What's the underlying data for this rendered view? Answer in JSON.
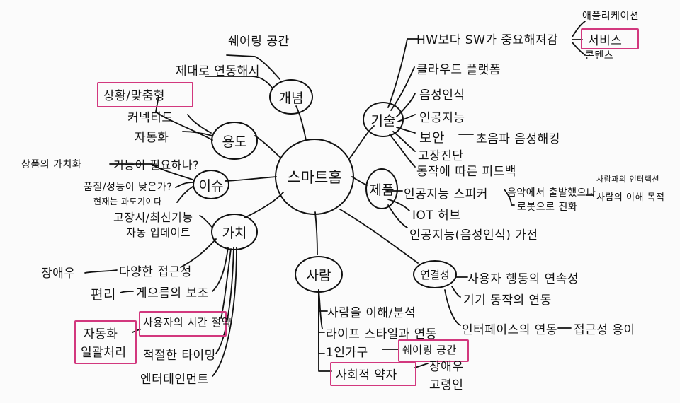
{
  "center": "스마트홈",
  "branches": {
    "concept": {
      "label": "개념",
      "items": [
        "쉐어링 공간",
        "제대로 연동해서"
      ]
    },
    "use": {
      "label": "용도",
      "items": [
        "상황/맞춤형",
        "커넥티드",
        "자동화"
      ]
    },
    "issue": {
      "label": "이슈",
      "items": [
        "상품의 가치화",
        "기능이 필요하나?",
        "품질/성능이 낮은가?",
        "현재는 과도기이다"
      ]
    },
    "value": {
      "label": "가치",
      "items": [
        "고장시/최신기능",
        "자동 업데이트",
        "장애우",
        "다양한 접근성",
        "편리",
        "게으름의 보조",
        "자동화",
        "일괄처리",
        "사용자의 시간 절약",
        "적절한 타이밍",
        "엔터테인먼트"
      ]
    },
    "tech": {
      "label": "기술",
      "items": [
        "HW보다 SW가 중요해져감",
        "애플리케이션",
        "서비스",
        "콘텐츠",
        "클라우드 플랫폼",
        "음성인식",
        "인공지능",
        "보안",
        "초음파 음성해킹",
        "고장진단",
        "동작에 따른 피드백"
      ]
    },
    "product": {
      "label": "제품",
      "items": [
        "인공지능 스피커",
        "음악에서 출발했으나",
        "사람과의 인터랙션",
        "사람의 이해 목적",
        "로봇으로 진화",
        "IOT 허브",
        "인공지능(음성인식) 가전"
      ]
    },
    "people": {
      "label": "사람",
      "items": [
        "사람을 이해/분석",
        "라이프 스타일과 연동",
        "1인가구",
        "쉐어링 공간",
        "사회적 약자",
        "장애우",
        "고령인"
      ]
    },
    "link": {
      "label": "연결성",
      "items": [
        "사용자 행동의 연속성",
        "기기 동작의 연동",
        "인터페이스의 연동",
        "접근성 용이"
      ]
    }
  }
}
